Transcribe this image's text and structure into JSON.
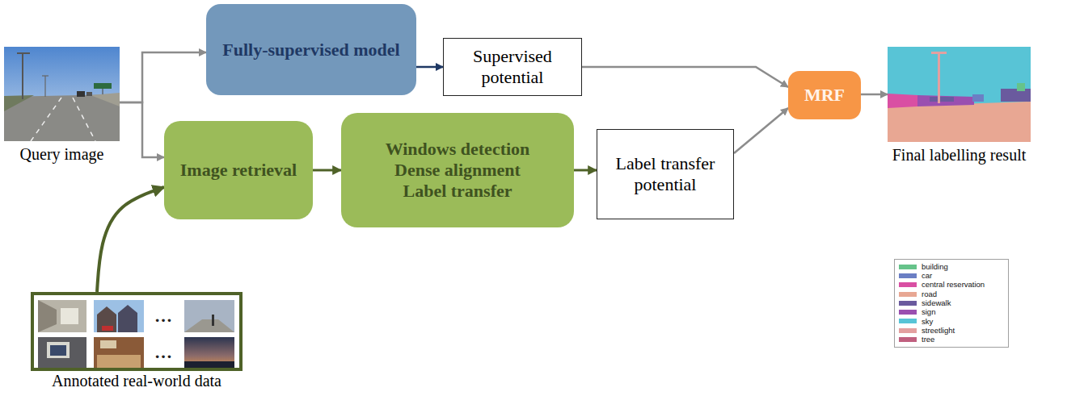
{
  "diagram": {
    "nodes": [
      {
        "text": [
          "Query image"
        ]
      },
      {
        "text": [
          "Fully-supervised model"
        ]
      },
      {
        "text": [
          "Supervised potential"
        ]
      },
      {
        "text": [
          "Image retrieval"
        ]
      },
      {
        "text": [
          "Windows detection",
          "Dense alignment",
          "Label transfer"
        ]
      },
      {
        "text": [
          "Label transfer potential"
        ]
      },
      {
        "text": [
          "MRF"
        ]
      },
      {
        "text": [
          "Final labelling result"
        ]
      },
      {
        "text": [
          "Annotated real-world data"
        ]
      }
    ],
    "edges": [
      {
        "from": 0,
        "to": 1,
        "arrow": "to"
      },
      {
        "from": 0,
        "to": 3,
        "arrow": "to"
      },
      {
        "from": 8,
        "to": 3,
        "arrow": "to"
      },
      {
        "from": 1,
        "to": 2,
        "arrow": "to"
      },
      {
        "from": 3,
        "to": 4,
        "arrow": "to"
      },
      {
        "from": 4,
        "to": 5,
        "arrow": "to"
      },
      {
        "from": 2,
        "to": 6,
        "arrow": "to"
      },
      {
        "from": 5,
        "to": 6,
        "arrow": "to"
      },
      {
        "from": 6,
        "to": 7,
        "arrow": "to"
      }
    ],
    "labels": [
      "…",
      "…"
    ],
    "legend": [
      {
        "text": "building",
        "color": "#66c38a"
      },
      {
        "text": "car",
        "color": "#6b7fc4"
      },
      {
        "text": "central reservation",
        "color": "#d94fa3"
      },
      {
        "text": "road",
        "color": "#e8a793"
      },
      {
        "text": "sidewalk",
        "color": "#6a5a9e"
      },
      {
        "text": "sign",
        "color": "#9a4fb0"
      },
      {
        "text": "sky",
        "color": "#58c4d6"
      },
      {
        "text": "streetlight",
        "color": "#e3a0a0"
      },
      {
        "text": "tree",
        "color": "#c0607f"
      }
    ]
  }
}
